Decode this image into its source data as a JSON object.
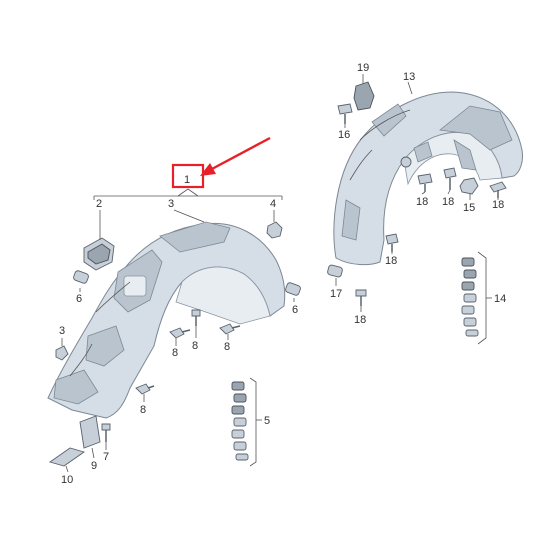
{
  "accent_color": "#e8202a",
  "labels": {
    "p1": "1",
    "p2": "2",
    "p3a": "3",
    "p3b": "3",
    "p4": "4",
    "p5": "5",
    "p6a": "6",
    "p6b": "6",
    "p7": "7",
    "p8a": "8",
    "p8b": "8",
    "p8c": "8",
    "p8d": "8",
    "p9": "9",
    "p10": "10",
    "p13": "13",
    "p14": "14",
    "p15": "15",
    "p16": "16",
    "p17": "17",
    "p18a": "18",
    "p18b": "18",
    "p18c": "18",
    "p18d": "18",
    "p18e": "18",
    "p19": "19"
  }
}
